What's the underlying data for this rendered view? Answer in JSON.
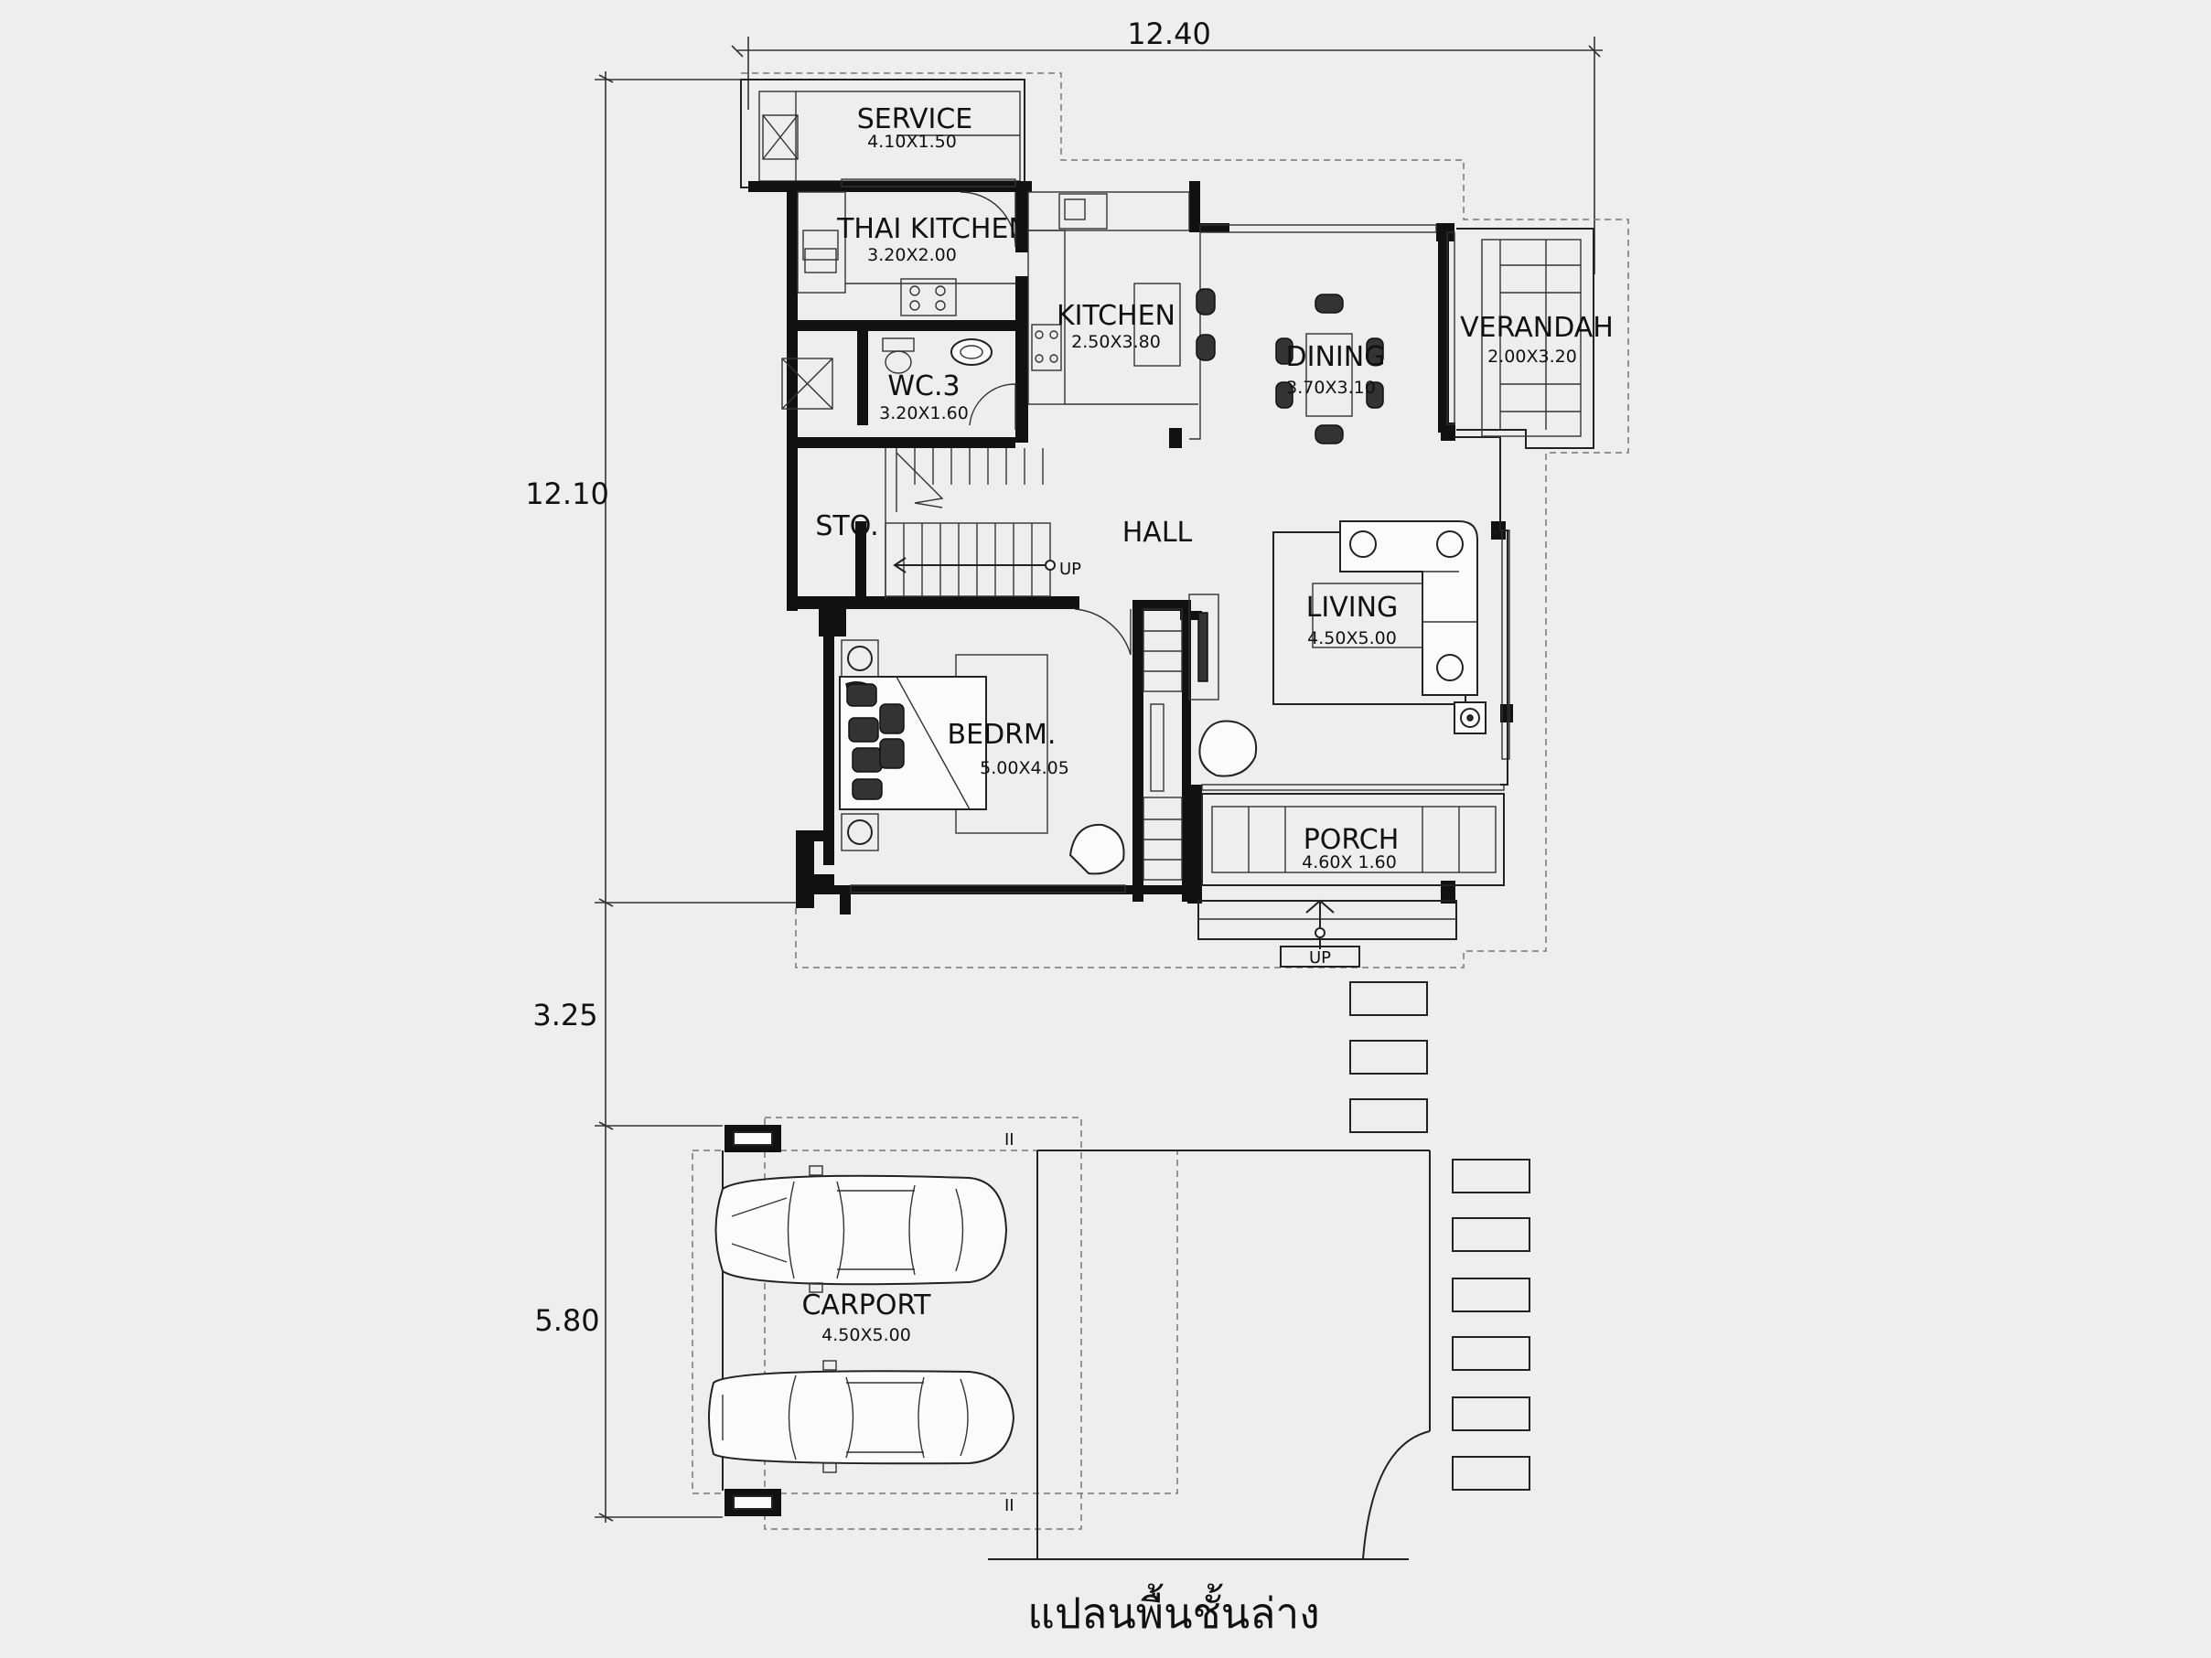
{
  "dimensions": {
    "top_width": "12.40",
    "house_depth": "12.10",
    "setback": "3.25",
    "carport_depth": "5.80"
  },
  "rooms": [
    {
      "id": "service",
      "name": "SERVICE",
      "size": "4.10X1.50"
    },
    {
      "id": "thai-kitchen",
      "name": "THAI KITCHEN",
      "size": "3.20X2.00"
    },
    {
      "id": "kitchen",
      "name": "KITCHEN",
      "size": "2.50X3.80"
    },
    {
      "id": "dining",
      "name": "DINING",
      "size": "3.70X3.10"
    },
    {
      "id": "verandah",
      "name": "VERANDAH",
      "size": "2.00X3.20"
    },
    {
      "id": "wc3",
      "name": "WC.3",
      "size": "3.20X1.60"
    },
    {
      "id": "storage",
      "name": "STO.",
      "size": ""
    },
    {
      "id": "hall",
      "name": "HALL",
      "size": ""
    },
    {
      "id": "living",
      "name": "LIVING",
      "size": "4.50X5.00"
    },
    {
      "id": "bedroom",
      "name": "BEDRM.",
      "size": "5.00X4.05"
    },
    {
      "id": "porch",
      "name": "PORCH",
      "size": "4.60X 1.60"
    },
    {
      "id": "carport",
      "name": "CARPORT",
      "size": "4.50X5.00"
    }
  ],
  "markers": {
    "stair_up": "UP",
    "porch_up": "UP"
  },
  "caption": "แปลนพื้นชั้นล่าง"
}
